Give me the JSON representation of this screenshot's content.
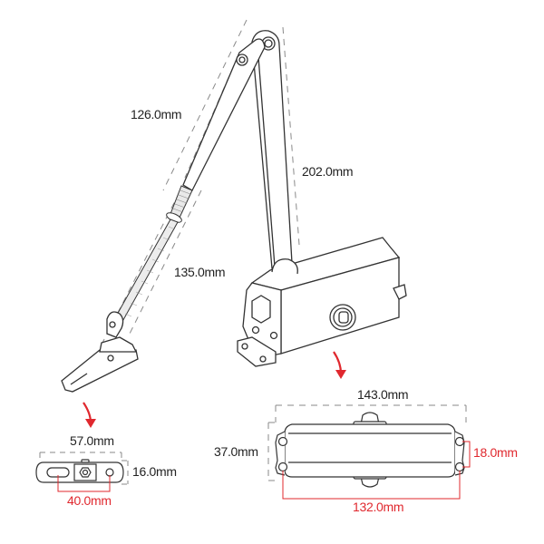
{
  "diagram": {
    "subject": "Door closer dimensions",
    "colors": {
      "line": "#333333",
      "dash": "#8a8a8a",
      "accent_red": "#e0282e",
      "fill": "#ffffff"
    },
    "labels": {
      "upper_arm": "126.0mm",
      "main_arm": "202.0mm",
      "lower_rod": "135.0mm",
      "bracket_width": "57.0mm",
      "bracket_height": "16.0mm",
      "bracket_hole_spacing": "40.0mm",
      "body_width": "143.0mm",
      "body_height": "37.0mm",
      "body_hole_vertical": "18.0mm",
      "body_hole_horizontal": "132.0mm"
    },
    "components": [
      {
        "name": "main-arm",
        "dimension": "202.0mm"
      },
      {
        "name": "upper-forearm",
        "dimension": "126.0mm"
      },
      {
        "name": "threaded-rod",
        "dimension": "135.0mm"
      },
      {
        "name": "mounting-bracket",
        "width": "57.0mm",
        "height": "16.0mm",
        "hole_spacing": "40.0mm"
      },
      {
        "name": "closer-body",
        "width": "143.0mm",
        "height": "37.0mm",
        "hole_spacing_x": "132.0mm",
        "hole_spacing_y": "18.0mm"
      }
    ],
    "icons": [
      "red-arrow-down-icon",
      "red-arrow-down-icon"
    ]
  }
}
